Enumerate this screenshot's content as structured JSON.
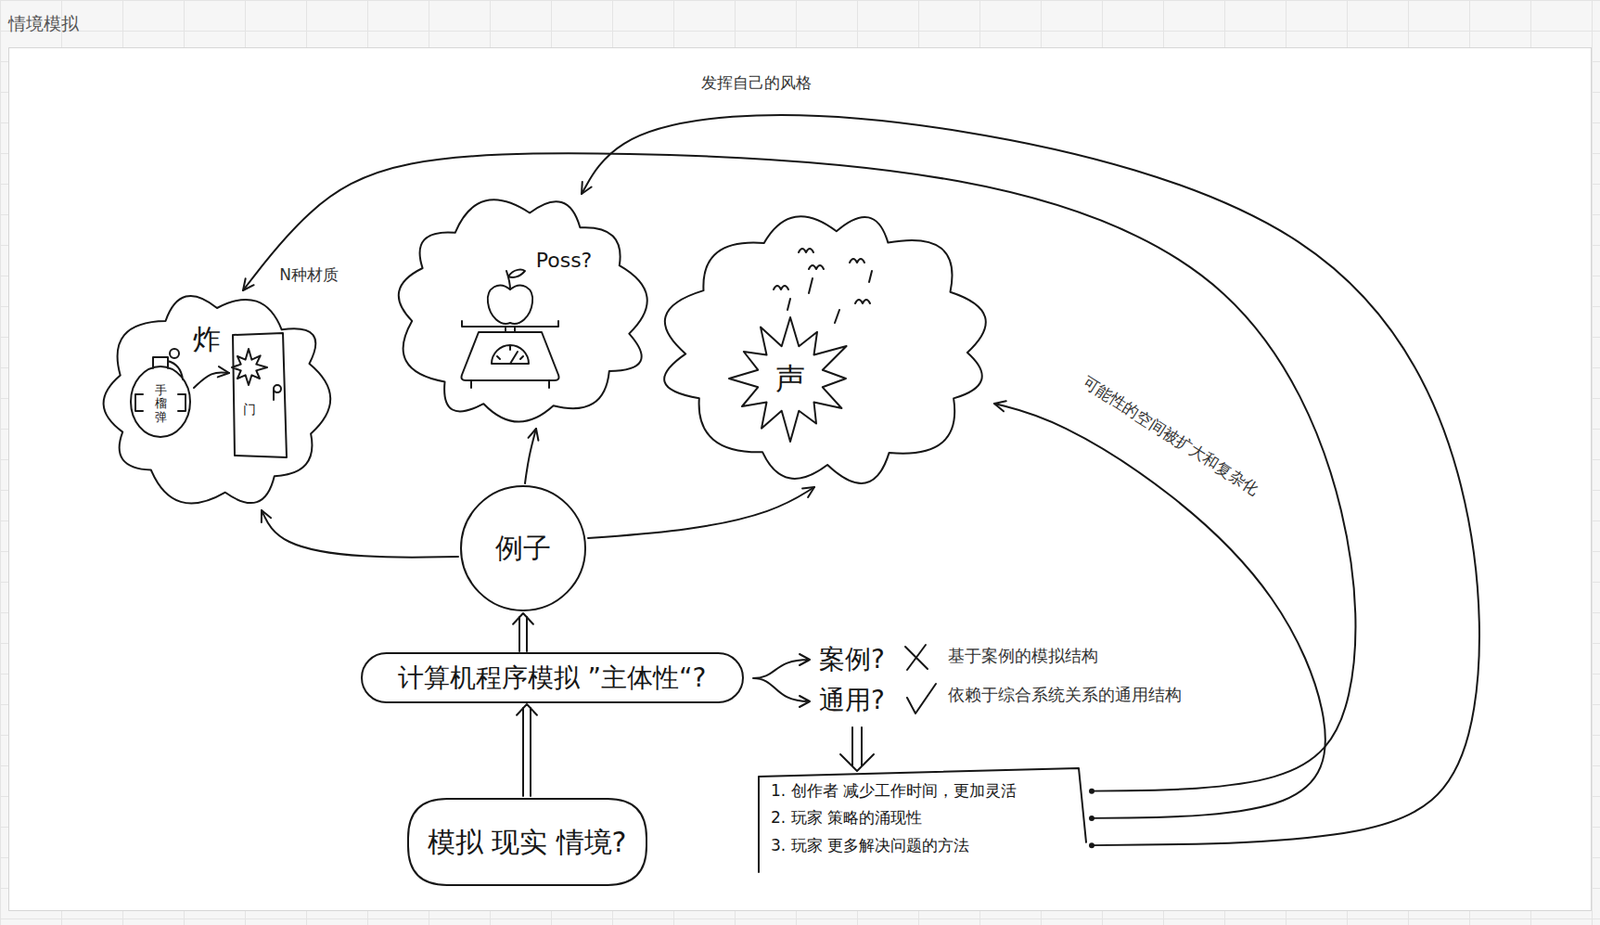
{
  "diagram": {
    "title": "情境模拟",
    "nodes": [
      {
        "text": [
          "炸"
        ]
      },
      {
        "text": [
          "手榴弹"
        ],
        "in": 0
      },
      {
        "text": [
          "门"
        ],
        "in": 0
      },
      {
        "text": [
          "Poss?"
        ]
      },
      {
        "text": [
          "声"
        ]
      },
      {
        "text": [
          "例子"
        ]
      },
      {
        "text": [
          "计算机程序模拟 ”主体性“?"
        ]
      },
      {
        "text": [
          "1. 创作者 减少工作时间，更加灵活",
          "2. 玩家 策略的涌现性",
          "3. 玩家 更多解决问题的方法"
        ]
      },
      {
        "text": [
          "模拟 现实 情境?"
        ]
      }
    ],
    "edges": [
      {
        "from": 8,
        "to": 6,
        "arrow": "to"
      },
      {
        "from": 6,
        "to": 5,
        "arrow": "to"
      },
      {
        "from": 5,
        "to": 0,
        "arrow": "to"
      },
      {
        "from": 5,
        "to": 3,
        "arrow": "to"
      },
      {
        "from": 5,
        "to": 4,
        "arrow": "to"
      },
      {
        "from": 7,
        "to": 0,
        "arrow": "to",
        "label": "N种材质"
      },
      {
        "from": 7,
        "to": 4,
        "arrow": "to",
        "label": "可能性的空间被扩大和复杂化"
      },
      {
        "from": 7,
        "to": 3,
        "arrow": "to",
        "label": "发挥自己的风格"
      },
      {
        "from": 1,
        "to": 2,
        "arrow": "to"
      }
    ],
    "labels": [
      "案例?",
      "通用?",
      "基于案例的模拟结构",
      "依赖于综合系统关系的通用结构"
    ]
  }
}
